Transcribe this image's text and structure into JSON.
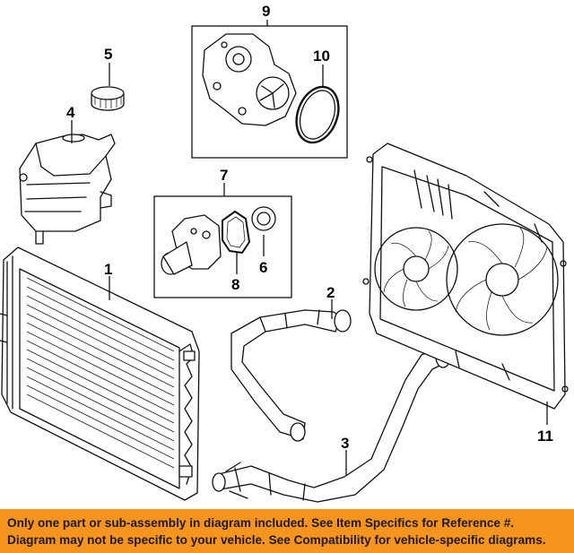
{
  "callouts": {
    "c1": "1",
    "c2": "2",
    "c3": "3",
    "c4": "4",
    "c5": "5",
    "c6": "6",
    "c7": "7",
    "c8": "8",
    "c9": "9",
    "c10": "10",
    "c11": "11"
  },
  "banner": {
    "line1": "Only one part or sub-assembly in diagram included. See Item Specifics for Reference #.",
    "line2": "Diagram may not be specific to your vehicle. See Compatibility for vehicle-specific diagrams.",
    "background": "#f7941d"
  }
}
